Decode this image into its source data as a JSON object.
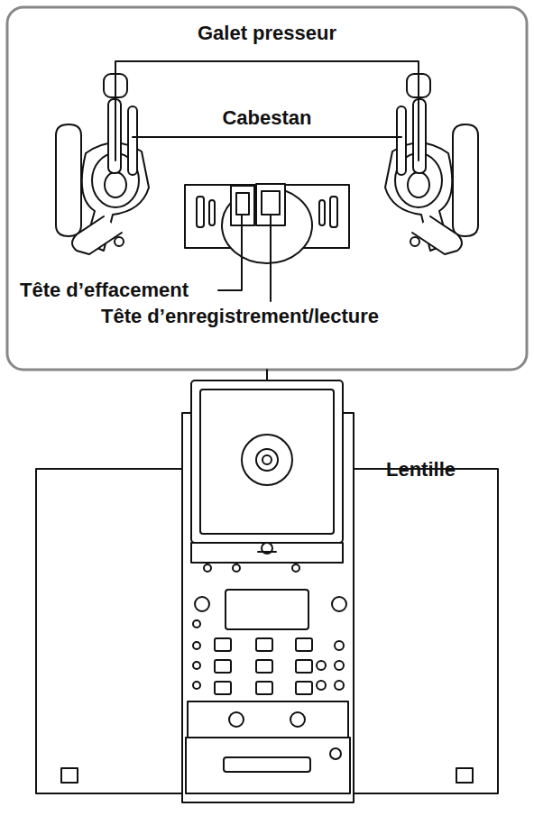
{
  "diagram": {
    "labels": [
      "Galet presseur",
      "Cabestan",
      "Tête d’effacement",
      "Tête d’enregistrement/lecture",
      "Lentille"
    ]
  }
}
